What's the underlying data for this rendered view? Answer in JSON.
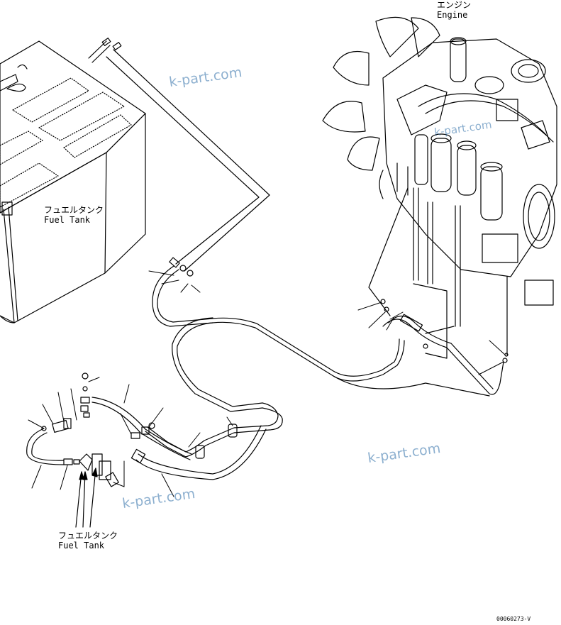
{
  "labels": {
    "engine_jp": "エンジン",
    "engine_en": "Engine",
    "fuel_tank_top_jp": "フュエルタンク",
    "fuel_tank_top_en": "Fuel Tank",
    "fuel_tank_bottom_jp": "フュエルタンク",
    "fuel_tank_bottom_en": "Fuel Tank"
  },
  "watermarks": {
    "top": "k-part.com",
    "engine": "k-part.com",
    "right": "k-part.com",
    "bottom": "k-part.com"
  },
  "drawing_number": "00060273-V",
  "colors": {
    "line": "#000000",
    "watermark": "#2f6fa8"
  }
}
